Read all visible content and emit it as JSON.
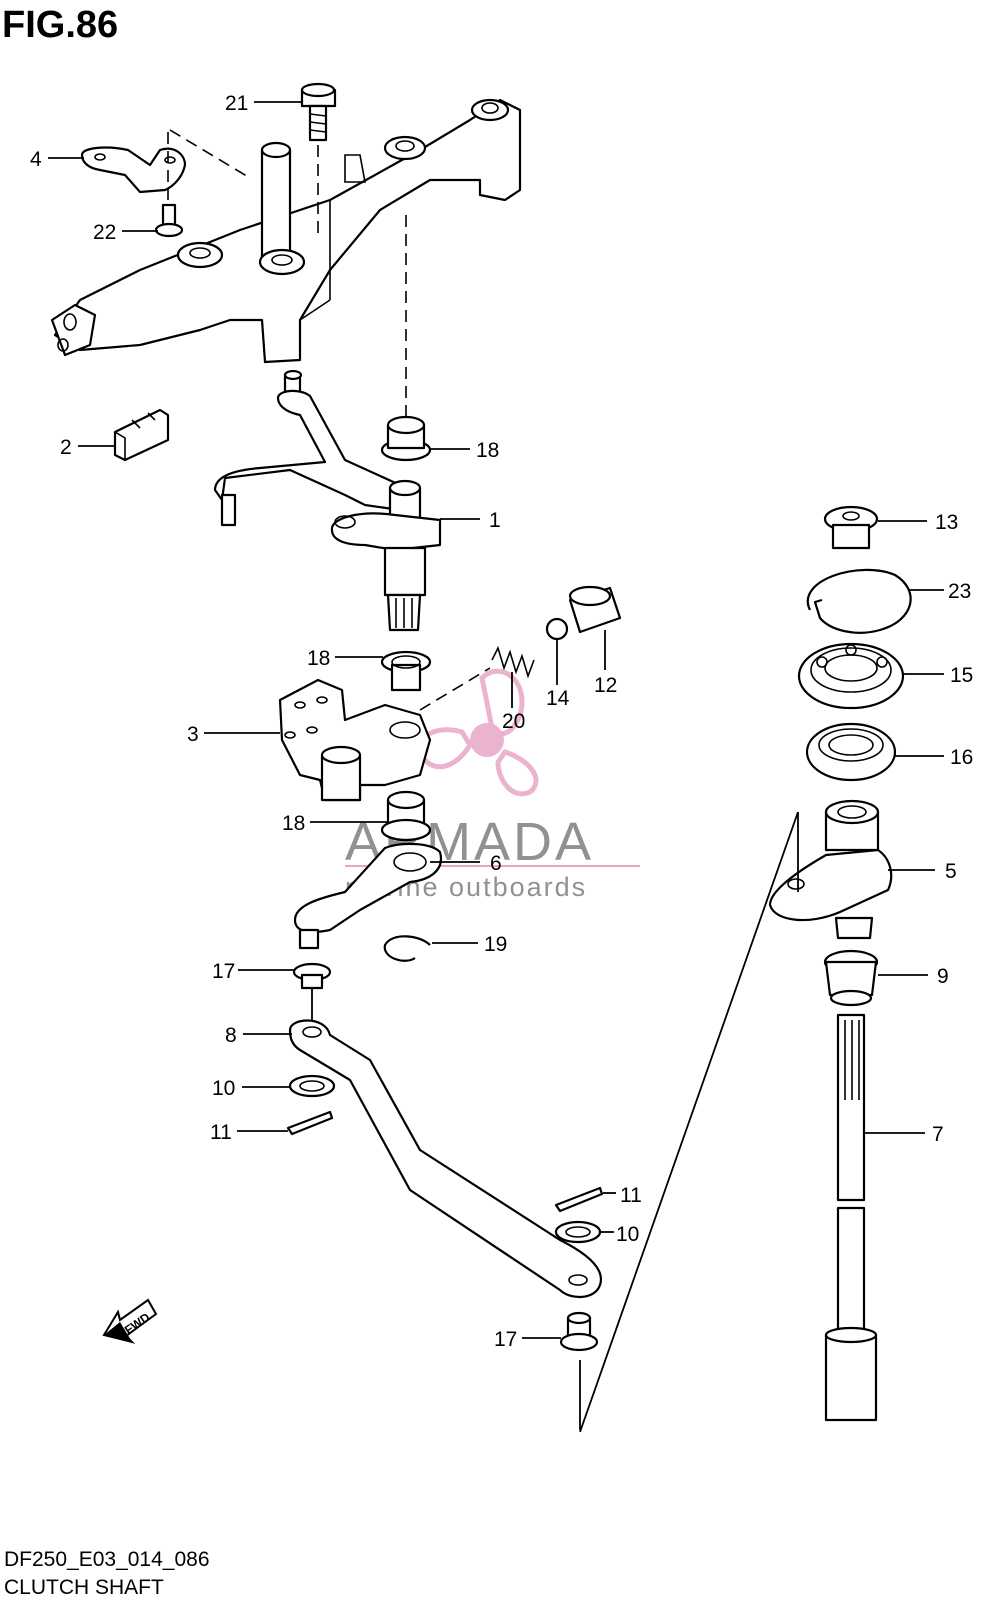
{
  "figure": {
    "title": "FIG.86",
    "code": "DF250_E03_014_086",
    "name": "CLUTCH SHAFT"
  },
  "watermark": {
    "brand": "ARMADA",
    "tagline": "marine outboards",
    "colors": {
      "pink": "#e8a6c6",
      "gray": "#6d6d6d"
    }
  },
  "fwd_arrow": {
    "label": "FWD"
  },
  "callouts": {
    "c1": "1",
    "c2": "2",
    "c3": "3",
    "c4": "4",
    "c5": "5",
    "c6": "6",
    "c7": "7",
    "c8": "8",
    "c9": "9",
    "c10a": "10",
    "c10b": "10",
    "c11a": "11",
    "c11b": "11",
    "c12": "12",
    "c13": "13",
    "c14": "14",
    "c15": "15",
    "c16": "16",
    "c17a": "17",
    "c17b": "17",
    "c18a": "18",
    "c18b": "18",
    "c18c": "18",
    "c19": "19",
    "c20": "20",
    "c21": "21",
    "c22": "22",
    "c23": "23"
  }
}
